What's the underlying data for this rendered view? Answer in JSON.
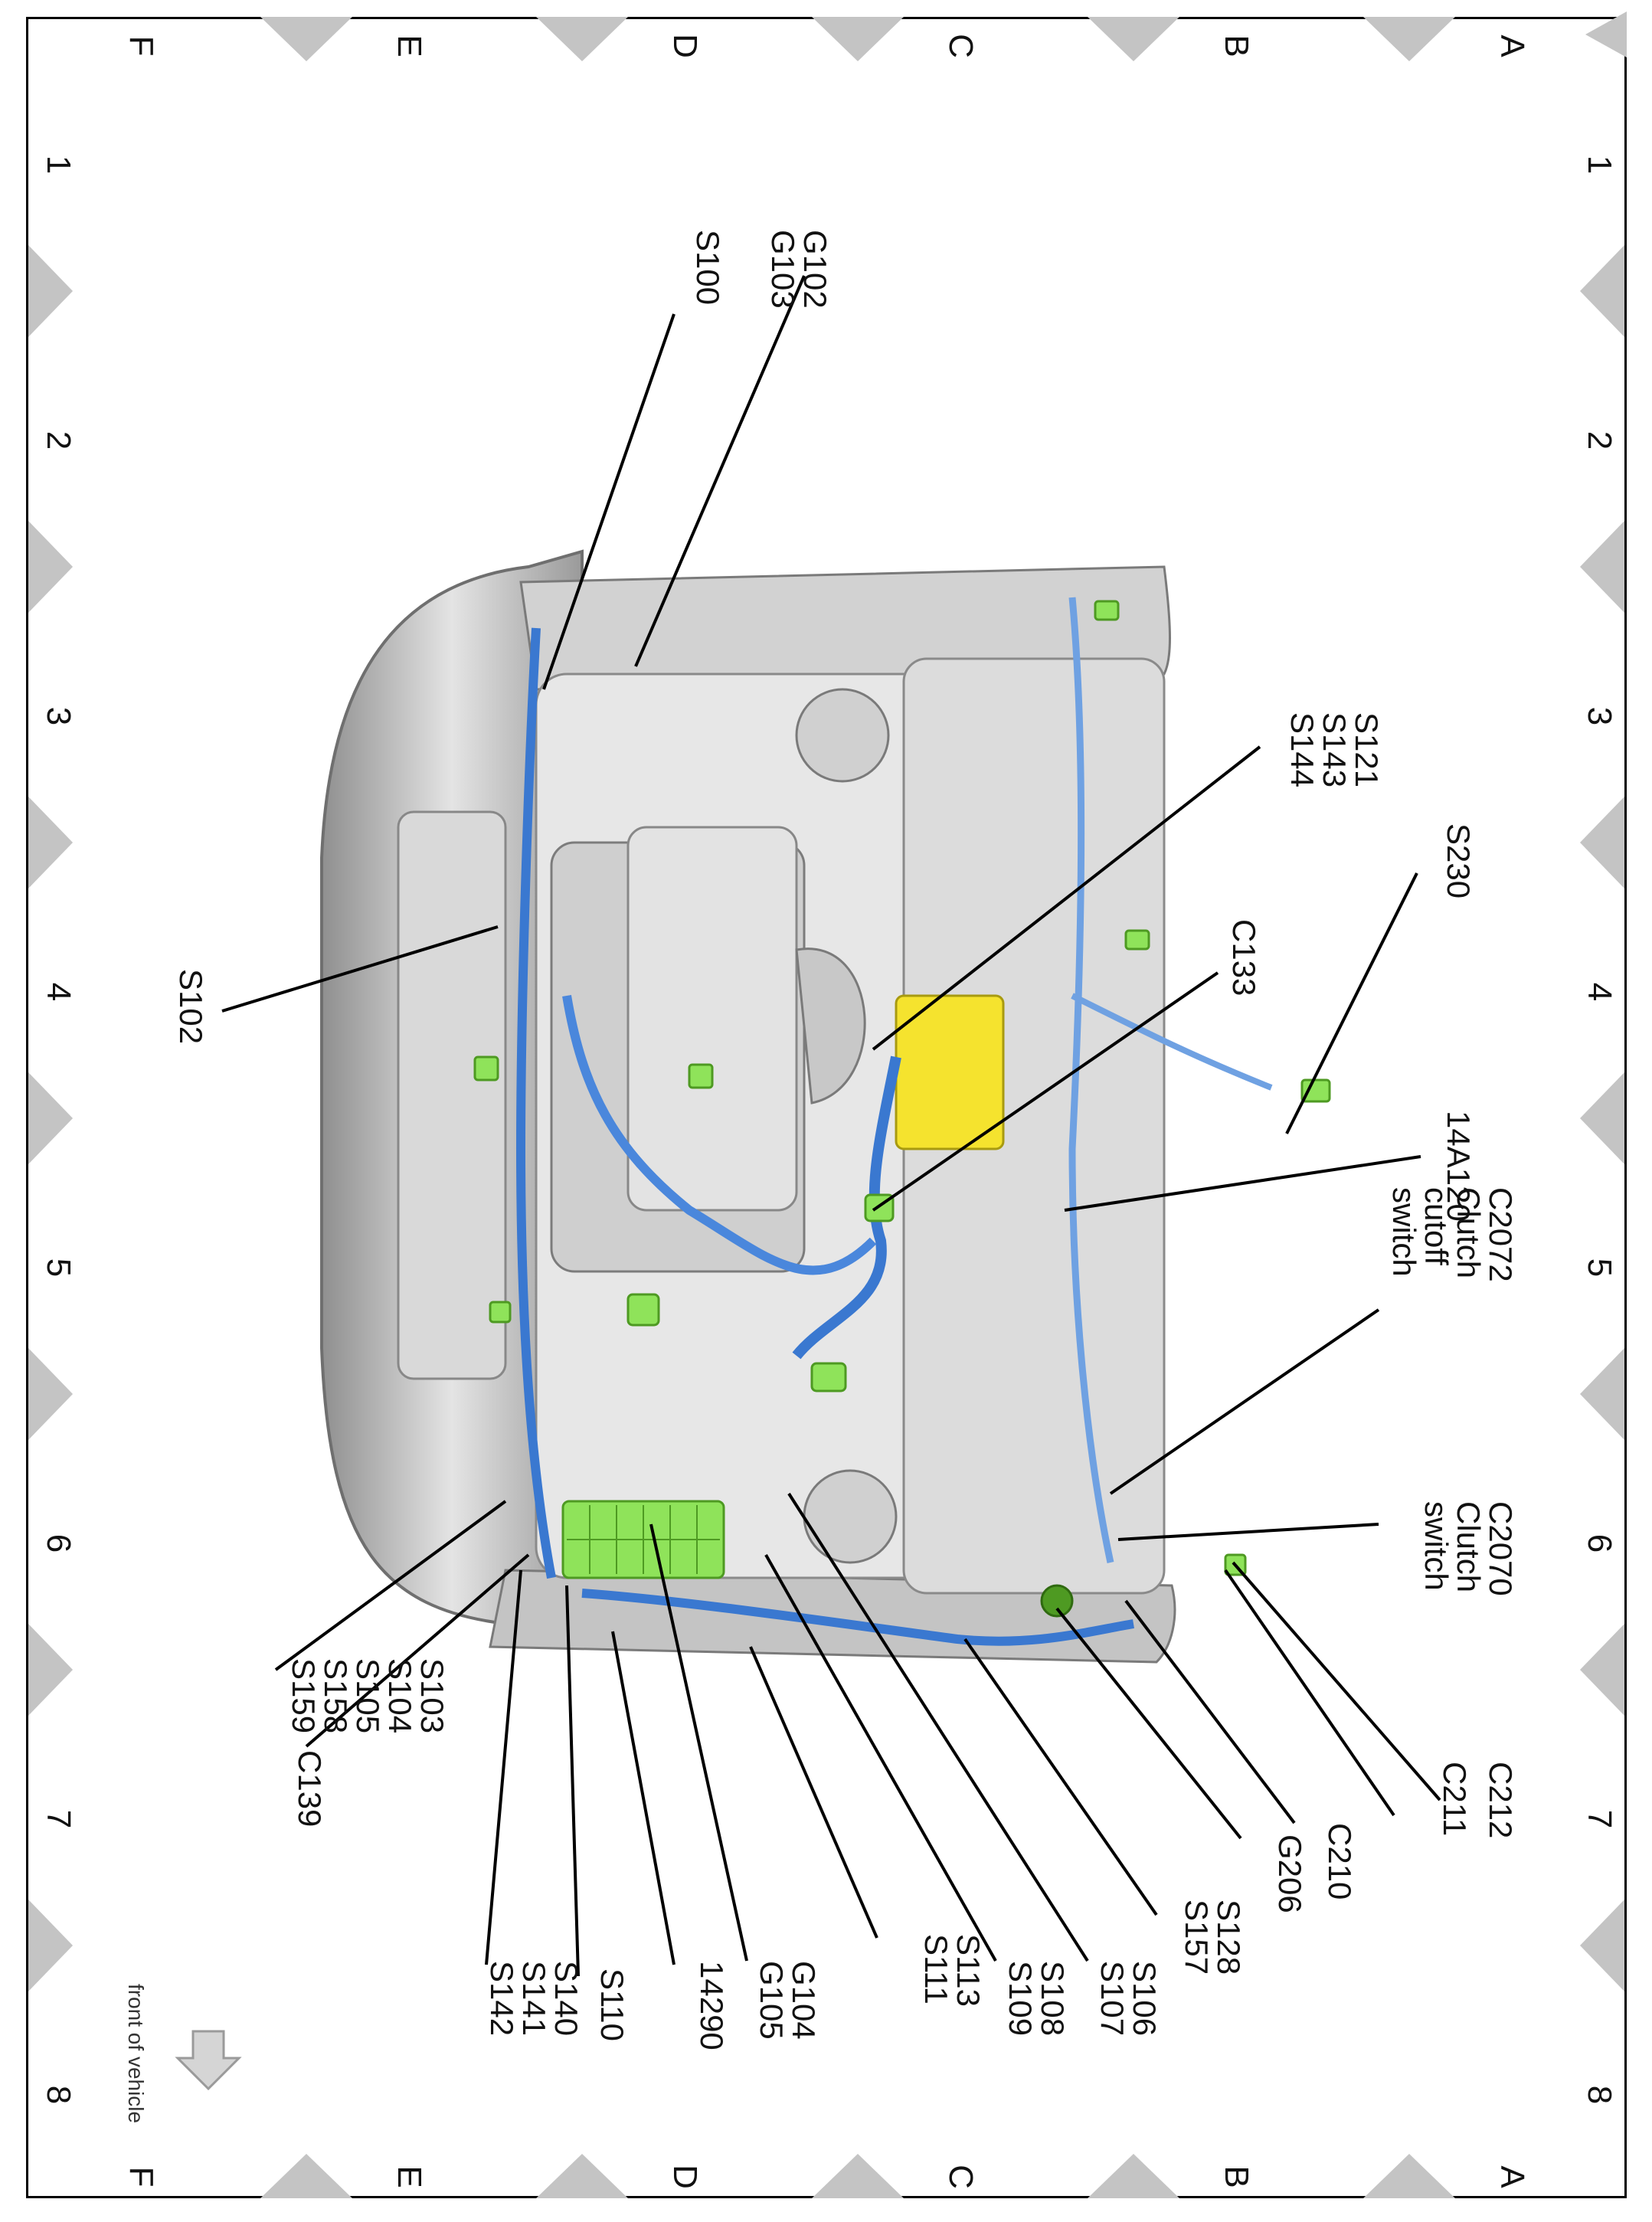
{
  "grid": {
    "rows": [
      "A",
      "B",
      "C",
      "D",
      "E",
      "F"
    ],
    "columns": [
      "1",
      "2",
      "3",
      "4",
      "5",
      "6",
      "7",
      "8"
    ]
  },
  "callouts": [
    {
      "id": "g102",
      "lines": [
        "G102",
        "G103"
      ]
    },
    {
      "id": "s100",
      "lines": [
        "S100"
      ]
    },
    {
      "id": "s102",
      "lines": [
        "S102"
      ]
    },
    {
      "id": "s121",
      "lines": [
        "S121",
        "S143",
        "S144"
      ]
    },
    {
      "id": "s230",
      "lines": [
        "S230"
      ]
    },
    {
      "id": "c133",
      "lines": [
        "C133"
      ]
    },
    {
      "id": "a14120",
      "lines": [
        "14A120"
      ]
    },
    {
      "id": "c2072",
      "lines": [
        "C2072",
        "Clutch",
        "cutoff",
        "switch"
      ]
    },
    {
      "id": "c2070",
      "lines": [
        "C2070",
        "Clutch",
        "switch"
      ]
    },
    {
      "id": "c212",
      "lines": [
        "C212"
      ]
    },
    {
      "id": "c211",
      "lines": [
        "C211"
      ]
    },
    {
      "id": "c210",
      "lines": [
        "C210"
      ]
    },
    {
      "id": "g206",
      "lines": [
        "G206"
      ]
    },
    {
      "id": "s128",
      "lines": [
        "S128",
        "S157"
      ]
    },
    {
      "id": "s106",
      "lines": [
        "S106",
        "S107"
      ]
    },
    {
      "id": "s108",
      "lines": [
        "S108",
        "S109"
      ]
    },
    {
      "id": "s113",
      "lines": [
        "S113",
        "S111"
      ]
    },
    {
      "id": "g104",
      "lines": [
        "G104",
        "G105"
      ]
    },
    {
      "id": "c14290",
      "lines": [
        "14290"
      ]
    },
    {
      "id": "s110",
      "lines": [
        "S110"
      ]
    },
    {
      "id": "s140",
      "lines": [
        "S140",
        "S141",
        "S142"
      ]
    },
    {
      "id": "c139",
      "lines": [
        "C139"
      ]
    },
    {
      "id": "s103",
      "lines": [
        "S103",
        "S104",
        "S105",
        "S158",
        "S159"
      ]
    }
  ],
  "front_label": "front of vehicle",
  "colors": {
    "harness": "#3a78d0",
    "harness_light": "#6fa1e2",
    "connector": "#8fe35a",
    "module": "#f5e32e",
    "body_dark": "#8e8e8e",
    "body_mid": "#c7c7c7",
    "body_light": "#ececec",
    "marker": "#c4c4c4"
  }
}
